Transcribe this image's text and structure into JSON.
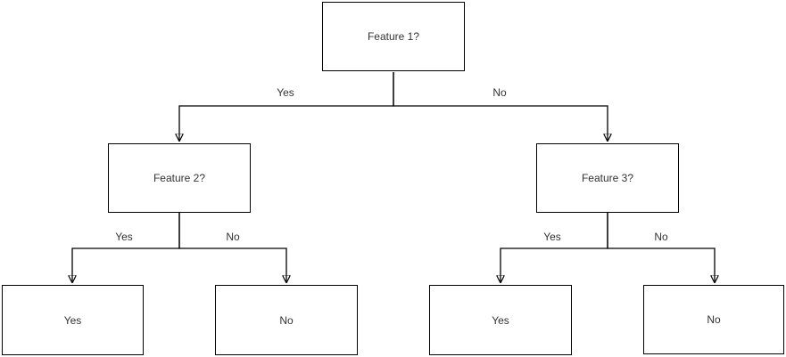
{
  "diagram": {
    "type": "decision-tree",
    "colors": {
      "stroke": "#000000",
      "text": "#333333",
      "node_fill": "#ffffff",
      "background": "#ffffff"
    },
    "nodes": [
      {
        "id": "feature1",
        "label": "Feature 1?"
      },
      {
        "id": "feature2",
        "label": "Feature 2?"
      },
      {
        "id": "feature3",
        "label": "Feature 3?"
      },
      {
        "id": "leaf-yes-left",
        "label": "Yes"
      },
      {
        "id": "leaf-no-left",
        "label": "No"
      },
      {
        "id": "leaf-yes-right",
        "label": "Yes"
      },
      {
        "id": "leaf-no-right",
        "label": "No"
      }
    ],
    "edges": [
      {
        "from": "feature1",
        "to": "feature2",
        "label": "Yes"
      },
      {
        "from": "feature1",
        "to": "feature3",
        "label": "No"
      },
      {
        "from": "feature2",
        "to": "leaf-yes-left",
        "label": "Yes"
      },
      {
        "from": "feature2",
        "to": "leaf-no-left",
        "label": "No"
      },
      {
        "from": "feature3",
        "to": "leaf-yes-right",
        "label": "Yes"
      },
      {
        "from": "feature3",
        "to": "leaf-no-right",
        "label": "No"
      }
    ]
  }
}
